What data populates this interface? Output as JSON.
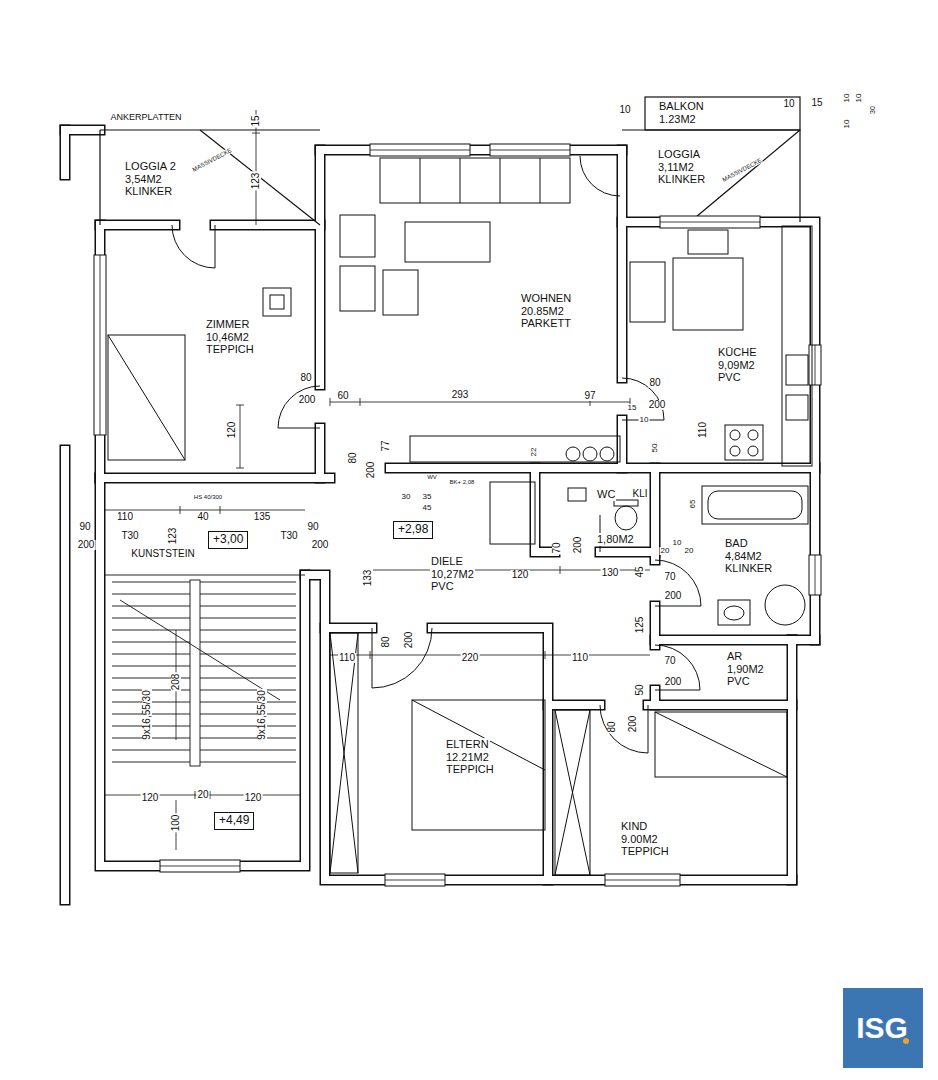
{
  "diagram": {
    "nodes": [
      {
        "text": [
          "LOGGIA 2",
          "3,54M2",
          "KLINKER"
        ]
      },
      {
        "text": [
          "BALKON",
          "1.23M2"
        ]
      },
      {
        "text": [
          "LOGGIA",
          "3,11M2",
          "KLINKER"
        ]
      },
      {
        "text": [
          "ZIMMER",
          "10,46M2",
          "TEPPICH"
        ]
      },
      {
        "text": [
          "WOHNEN",
          "20.85M2",
          "PARKETT"
        ]
      },
      {
        "text": [
          "KÜCHE",
          "9,09M2",
          "PVC"
        ]
      },
      {
        "text": [
          "WC",
          "1,80M2"
        ]
      },
      {
        "text": [
          "+2,98"
        ]
      },
      {
        "text": [
          "+3,00"
        ]
      },
      {
        "text": [
          "DIELE",
          "10,27M2",
          "PVC"
        ]
      },
      {
        "text": [
          "BAD",
          "4,84M2",
          "KLINKER"
        ]
      },
      {
        "text": [
          "AR",
          "1,90M2",
          "PVC"
        ]
      },
      {
        "text": [
          "ELTERN",
          "12.21M2",
          "TEPPICH"
        ]
      },
      {
        "text": [
          "KIND",
          "9.00M2",
          "TEPPICH"
        ]
      },
      {
        "text": [
          "+4,49"
        ]
      }
    ],
    "labels": [
      "ANKERPLATTEN",
      "15",
      "123",
      "MASSIVDECKE",
      "10",
      "10",
      "15",
      "10",
      "10",
      "10",
      "30",
      "MASSIVDECKE",
      "80",
      "200",
      "60",
      "293",
      "97",
      "80",
      "200",
      "15",
      "10",
      "110",
      "50",
      "22",
      "120",
      "WV",
      "BK+ 2,08",
      "30",
      "35",
      "45",
      "80",
      "77",
      "200",
      "KLI",
      "70",
      "200",
      "65",
      "20",
      "10",
      "20",
      "120",
      "130",
      "133",
      "45",
      "70",
      "200",
      "125",
      "80",
      "200",
      "110",
      "220",
      "110",
      "70",
      "200",
      "50",
      "80",
      "200",
      "HS 40/300",
      "90",
      "200",
      "110",
      "40",
      "135",
      "T30",
      "123",
      "T30",
      "90",
      "200",
      "KUNSTSTEIN",
      "9x16,55/30",
      "208",
      "9x16,55/30",
      "120",
      "20",
      "120",
      "100",
      "ISG"
    ]
  }
}
